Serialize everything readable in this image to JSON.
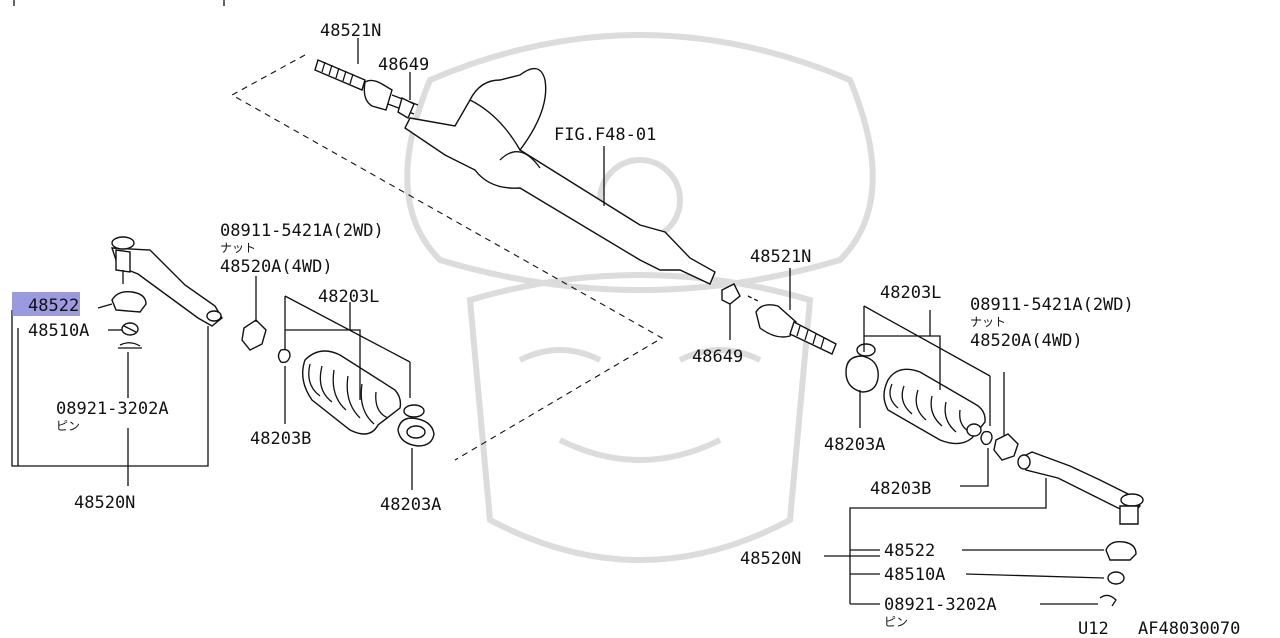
{
  "labels": {
    "top_inner_socket": "48521N",
    "top_lock_washer": "48649",
    "rack_ref": "FIG.F48-01",
    "left_nut_code": "08911-5421A(2WD)",
    "left_nut_kana": "ナット",
    "left_nut_4wd": "48520A(4WD)",
    "left_boot": "48203L",
    "left_ring": "48203B",
    "left_clamp": "48203A",
    "left_cap": "48522",
    "left_nut2": "48510A",
    "left_pin": "08921-3202A",
    "left_pin_kana": "ピン",
    "left_tie_rod_end": "48520N",
    "right_inner_socket": "48521N",
    "right_lock_washer": "48649",
    "right_boot": "48203L",
    "right_nut_code": "08911-5421A(2WD)",
    "right_nut_kana": "ナット",
    "right_nut_4wd": "48520A(4WD)",
    "right_clamp": "48203A",
    "right_ring": "48203B",
    "right_tie_rod_end": "48520N",
    "right_cap": "48522",
    "right_nut2": "48510A",
    "right_pin": "08921-3202A",
    "right_pin_kana": "ピン"
  },
  "footer": {
    "model": "U12",
    "figure_code": "AF48030070"
  },
  "highlight_color": "#7b78d4"
}
